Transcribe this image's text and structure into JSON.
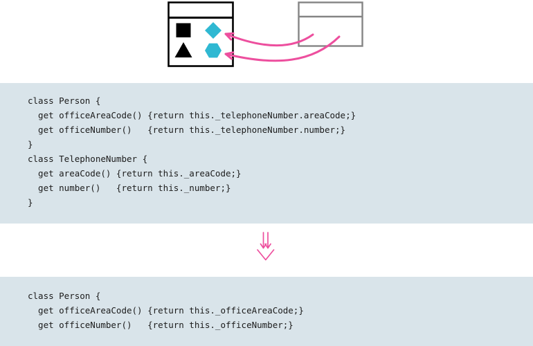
{
  "colors": {
    "page_bg": "#ffffff",
    "code_bg": "#d9e4ea",
    "code_text": "#1b1b1b",
    "pink": "#ed4f9e",
    "cyan": "#2fb8d2",
    "black": "#000000",
    "gray": "#848484"
  },
  "diagram": {
    "left_class_shapes": [
      "square",
      "diamond",
      "triangle",
      "hexagon"
    ],
    "right_class_shapes": [],
    "move_arrows": [
      "to-diamond",
      "to-hexagon"
    ],
    "transform_icon": "double-down-arrow"
  },
  "code_before": {
    "lines": [
      "class Person {",
      "  get officeAreaCode() {return this._telephoneNumber.areaCode;}",
      "  get officeNumber()   {return this._telephoneNumber.number;}",
      "}",
      "class TelephoneNumber {",
      "  get areaCode() {return this._areaCode;}",
      "  get number()   {return this._number;}",
      "}"
    ]
  },
  "code_after": {
    "lines": [
      "class Person {",
      "  get officeAreaCode() {return this._officeAreaCode;}",
      "  get officeNumber()   {return this._officeNumber;}"
    ]
  }
}
